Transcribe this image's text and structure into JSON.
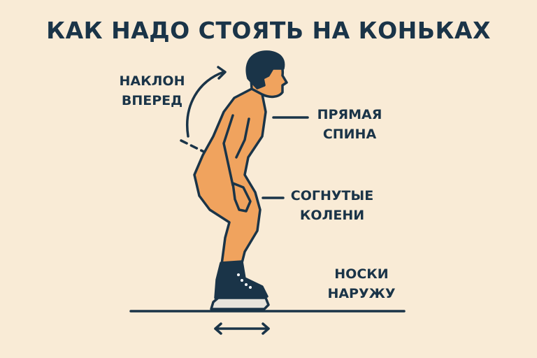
{
  "title": "КАК НАДО СТОЯТЬ НА КОНЬКАХ",
  "labels": {
    "lean": [
      "НАКЛОН",
      "ВПЕРЕД"
    ],
    "back": [
      "ПРЯМАЯ",
      "СПИНА"
    ],
    "knees": [
      "СОГНУТЫЕ",
      "КОЛЕНИ"
    ],
    "toes": [
      "НОСКИ",
      "НАРУЖУ"
    ]
  },
  "colors": {
    "background": "#f9ebd6",
    "ink": "#1a3448",
    "skin": "#f0a35e",
    "blade": "#e8e4dc"
  }
}
